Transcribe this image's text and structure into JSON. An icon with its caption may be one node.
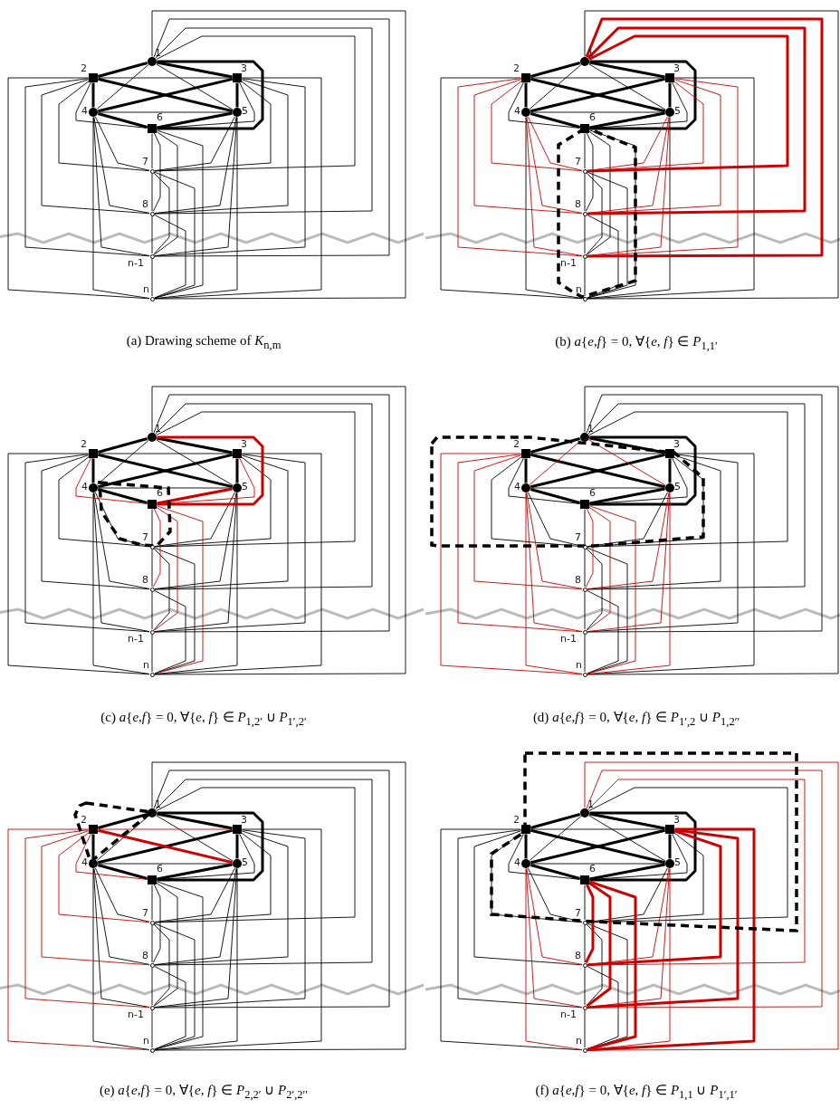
{
  "diagram": {
    "nodes": [
      {
        "text": [
          "1"
        ]
      },
      {
        "text": [
          "2"
        ]
      },
      {
        "text": [
          "3"
        ]
      },
      {
        "text": [
          "4"
        ]
      },
      {
        "text": [
          "5"
        ]
      },
      {
        "text": [
          "6"
        ]
      },
      {
        "text": [
          "7"
        ]
      },
      {
        "text": [
          "8"
        ]
      },
      {
        "text": [
          "n-1"
        ]
      },
      {
        "text": [
          "n"
        ]
      },
      {
        "text": [
          "1"
        ]
      },
      {
        "text": [
          "2"
        ]
      },
      {
        "text": [
          "3"
        ]
      },
      {
        "text": [
          "4"
        ]
      },
      {
        "text": [
          "5"
        ]
      },
      {
        "text": [
          "6"
        ]
      },
      {
        "text": [
          "7"
        ]
      },
      {
        "text": [
          "8"
        ]
      },
      {
        "text": [
          "n-1"
        ]
      },
      {
        "text": [
          "n"
        ]
      },
      {
        "text": [
          "1"
        ]
      },
      {
        "text": [
          "2"
        ]
      },
      {
        "text": [
          "3"
        ]
      },
      {
        "text": [
          "4"
        ]
      },
      {
        "text": [
          "5"
        ]
      },
      {
        "text": [
          "6"
        ]
      },
      {
        "text": [
          "7"
        ]
      },
      {
        "text": [
          "8"
        ]
      },
      {
        "text": [
          "n-1"
        ]
      },
      {
        "text": [
          "n"
        ]
      },
      {
        "text": [
          "1"
        ]
      },
      {
        "text": [
          "2"
        ]
      },
      {
        "text": [
          "3"
        ]
      },
      {
        "text": [
          "4"
        ]
      },
      {
        "text": [
          "5"
        ]
      },
      {
        "text": [
          "6"
        ]
      },
      {
        "text": [
          "7"
        ]
      },
      {
        "text": [
          "8"
        ]
      },
      {
        "text": [
          "n-1"
        ]
      },
      {
        "text": [
          "n"
        ]
      },
      {
        "text": [
          "1"
        ]
      },
      {
        "text": [
          "2"
        ]
      },
      {
        "text": [
          "3"
        ]
      },
      {
        "text": [
          "4"
        ]
      },
      {
        "text": [
          "5"
        ]
      },
      {
        "text": [
          "6"
        ]
      },
      {
        "text": [
          "7"
        ]
      },
      {
        "text": [
          "8"
        ]
      },
      {
        "text": [
          "n-1"
        ]
      },
      {
        "text": [
          "n"
        ]
      },
      {
        "text": [
          "1"
        ]
      },
      {
        "text": [
          "2"
        ]
      },
      {
        "text": [
          "3"
        ]
      },
      {
        "text": [
          "4"
        ]
      },
      {
        "text": [
          "5"
        ]
      },
      {
        "text": [
          "6"
        ]
      },
      {
        "text": [
          "7"
        ]
      },
      {
        "text": [
          "8"
        ]
      },
      {
        "text": [
          "n-1"
        ]
      },
      {
        "text": [
          "n"
        ]
      }
    ],
    "edges": [
      {
        "from": 0,
        "to": 1,
        "arrow": "none",
        "style": "thick"
      },
      {
        "from": 0,
        "to": 2,
        "arrow": "none",
        "style": "thick"
      },
      {
        "from": 0,
        "to": 3,
        "arrow": "none"
      },
      {
        "from": 0,
        "to": 4,
        "arrow": "none"
      },
      {
        "from": 0,
        "to": 5,
        "arrow": "none",
        "style": "thick"
      },
      {
        "from": 0,
        "to": 6,
        "arrow": "none"
      },
      {
        "from": 0,
        "to": 7,
        "arrow": "none"
      },
      {
        "from": 0,
        "to": 8,
        "arrow": "none"
      },
      {
        "from": 0,
        "to": 9,
        "arrow": "none"
      },
      {
        "from": 1,
        "to": 2,
        "arrow": "none"
      },
      {
        "from": 1,
        "to": 3,
        "arrow": "none",
        "style": "thick"
      },
      {
        "from": 1,
        "to": 4,
        "arrow": "none",
        "style": "thick"
      },
      {
        "from": 1,
        "to": 5,
        "arrow": "none"
      },
      {
        "from": 1,
        "to": 6,
        "arrow": "none"
      },
      {
        "from": 1,
        "to": 7,
        "arrow": "none"
      },
      {
        "from": 1,
        "to": 8,
        "arrow": "none"
      },
      {
        "from": 1,
        "to": 9,
        "arrow": "none"
      },
      {
        "from": 2,
        "to": 3,
        "arrow": "none",
        "style": "thick"
      },
      {
        "from": 2,
        "to": 4,
        "arrow": "none",
        "style": "thick"
      },
      {
        "from": 2,
        "to": 5,
        "arrow": "none"
      },
      {
        "from": 2,
        "to": 6,
        "arrow": "none"
      },
      {
        "from": 2,
        "to": 7,
        "arrow": "none"
      },
      {
        "from": 2,
        "to": 8,
        "arrow": "none"
      },
      {
        "from": 2,
        "to": 9,
        "arrow": "none"
      },
      {
        "from": 3,
        "to": 4,
        "arrow": "none"
      },
      {
        "from": 3,
        "to": 5,
        "arrow": "none",
        "style": "thick"
      },
      {
        "from": 3,
        "to": 6,
        "arrow": "none"
      },
      {
        "from": 3,
        "to": 7,
        "arrow": "none"
      },
      {
        "from": 3,
        "to": 8,
        "arrow": "none"
      },
      {
        "from": 3,
        "to": 9,
        "arrow": "none"
      },
      {
        "from": 4,
        "to": 5,
        "arrow": "none",
        "style": "thick"
      },
      {
        "from": 4,
        "to": 6,
        "arrow": "none"
      },
      {
        "from": 4,
        "to": 7,
        "arrow": "none"
      },
      {
        "from": 4,
        "to": 8,
        "arrow": "none"
      },
      {
        "from": 4,
        "to": 9,
        "arrow": "none"
      },
      {
        "from": 5,
        "to": 6,
        "arrow": "none"
      },
      {
        "from": 5,
        "to": 7,
        "arrow": "none"
      },
      {
        "from": 5,
        "to": 8,
        "arrow": "none"
      },
      {
        "from": 5,
        "to": 9,
        "arrow": "none"
      },
      {
        "from": 6,
        "to": 7,
        "arrow": "none"
      },
      {
        "from": 6,
        "to": 8,
        "arrow": "none"
      },
      {
        "from": 6,
        "to": 9,
        "arrow": "none"
      },
      {
        "from": 7,
        "to": 8,
        "arrow": "none"
      },
      {
        "from": 7,
        "to": 9,
        "arrow": "none"
      },
      {
        "from": 8,
        "to": 9,
        "arrow": "none"
      },
      {
        "from": 10,
        "to": 11,
        "arrow": "none",
        "style": "thick"
      },
      {
        "from": 10,
        "to": 12,
        "arrow": "none",
        "style": "thick"
      },
      {
        "from": 10,
        "to": 13,
        "arrow": "none"
      },
      {
        "from": 10,
        "to": 14,
        "arrow": "none"
      },
      {
        "from": 10,
        "to": 15,
        "arrow": "none",
        "style": "thick"
      },
      {
        "from": 10,
        "to": 16,
        "arrow": "none",
        "style": "thick",
        "color": "#cc0000"
      },
      {
        "from": 10,
        "to": 17,
        "arrow": "none",
        "style": "thick",
        "color": "#cc0000"
      },
      {
        "from": 10,
        "to": 18,
        "arrow": "none",
        "style": "thick",
        "color": "#cc0000"
      },
      {
        "from": 10,
        "to": 19,
        "arrow": "none"
      },
      {
        "from": 11,
        "to": 12,
        "arrow": "none"
      },
      {
        "from": 11,
        "to": 13,
        "arrow": "none",
        "style": "thick"
      },
      {
        "from": 11,
        "to": 14,
        "arrow": "none",
        "style": "thick"
      },
      {
        "from": 11,
        "to": 15,
        "arrow": "none"
      },
      {
        "from": 11,
        "to": 16,
        "arrow": "none",
        "color": "#cc0000"
      },
      {
        "from": 11,
        "to": 17,
        "arrow": "none",
        "color": "#cc0000"
      },
      {
        "from": 11,
        "to": 18,
        "arrow": "none",
        "color": "#cc0000"
      },
      {
        "from": 11,
        "to": 19,
        "arrow": "none"
      },
      {
        "from": 12,
        "to": 13,
        "arrow": "none",
        "style": "thick"
      },
      {
        "from": 12,
        "to": 14,
        "arrow": "none",
        "style": "thick"
      },
      {
        "from": 12,
        "to": 15,
        "arrow": "none"
      },
      {
        "from": 12,
        "to": 16,
        "arrow": "none",
        "color": "#cc0000"
      },
      {
        "from": 12,
        "to": 17,
        "arrow": "none",
        "color": "#cc0000"
      },
      {
        "from": 12,
        "to": 18,
        "arrow": "none",
        "color": "#cc0000"
      },
      {
        "from": 12,
        "to": 19,
        "arrow": "none"
      },
      {
        "from": 13,
        "to": 14,
        "arrow": "none"
      },
      {
        "from": 13,
        "to": 15,
        "arrow": "none",
        "style": "thick"
      },
      {
        "from": 13,
        "to": 16,
        "arrow": "none",
        "color": "#cc0000"
      },
      {
        "from": 13,
        "to": 17,
        "arrow": "none",
        "color": "#cc0000"
      },
      {
        "from": 13,
        "to": 18,
        "arrow": "none",
        "color": "#cc0000"
      },
      {
        "from": 13,
        "to": 19,
        "arrow": "none"
      },
      {
        "from": 14,
        "to": 15,
        "arrow": "none",
        "style": "thick"
      },
      {
        "from": 14,
        "to": 16,
        "arrow": "none",
        "color": "#cc0000"
      },
      {
        "from": 14,
        "to": 17,
        "arrow": "none",
        "color": "#cc0000"
      },
      {
        "from": 14,
        "to": 18,
        "arrow": "none",
        "color": "#cc0000"
      },
      {
        "from": 14,
        "to": 19,
        "arrow": "none"
      },
      {
        "from": 15,
        "to": 16,
        "arrow": "none"
      },
      {
        "from": 15,
        "to": 17,
        "arrow": "none"
      },
      {
        "from": 15,
        "to": 18,
        "arrow": "none"
      },
      {
        "from": 15,
        "to": 19,
        "arrow": "none"
      },
      {
        "from": 16,
        "to": 17,
        "arrow": "none"
      },
      {
        "from": 16,
        "to": 18,
        "arrow": "none"
      },
      {
        "from": 16,
        "to": 19,
        "arrow": "none"
      },
      {
        "from": 17,
        "to": 18,
        "arrow": "none"
      },
      {
        "from": 17,
        "to": 19,
        "arrow": "none"
      },
      {
        "from": 18,
        "to": 19,
        "arrow": "none"
      },
      {
        "from": 20,
        "to": 21,
        "arrow": "none",
        "style": "thick"
      },
      {
        "from": 20,
        "to": 22,
        "arrow": "none",
        "style": "thick"
      },
      {
        "from": 20,
        "to": 23,
        "arrow": "none"
      },
      {
        "from": 20,
        "to": 24,
        "arrow": "none"
      },
      {
        "from": 20,
        "to": 25,
        "arrow": "none",
        "style": "thick",
        "color": "#cc0000"
      },
      {
        "from": 20,
        "to": 26,
        "arrow": "none"
      },
      {
        "from": 20,
        "to": 27,
        "arrow": "none"
      },
      {
        "from": 20,
        "to": 28,
        "arrow": "none"
      },
      {
        "from": 20,
        "to": 29,
        "arrow": "none"
      },
      {
        "from": 21,
        "to": 22,
        "arrow": "none"
      },
      {
        "from": 21,
        "to": 23,
        "arrow": "none",
        "style": "thick"
      },
      {
        "from": 21,
        "to": 24,
        "arrow": "none",
        "style": "thick"
      },
      {
        "from": 21,
        "to": 25,
        "arrow": "none",
        "color": "#cc0000"
      },
      {
        "from": 21,
        "to": 26,
        "arrow": "none"
      },
      {
        "from": 21,
        "to": 27,
        "arrow": "none"
      },
      {
        "from": 21,
        "to": 28,
        "arrow": "none"
      },
      {
        "from": 21,
        "to": 29,
        "arrow": "none"
      },
      {
        "from": 22,
        "to": 23,
        "arrow": "none",
        "style": "thick"
      },
      {
        "from": 22,
        "to": 24,
        "arrow": "none",
        "style": "thick"
      },
      {
        "from": 22,
        "to": 25,
        "arrow": "none",
        "color": "#cc0000"
      },
      {
        "from": 22,
        "to": 26,
        "arrow": "none"
      },
      {
        "from": 22,
        "to": 27,
        "arrow": "none"
      },
      {
        "from": 22,
        "to": 28,
        "arrow": "none"
      },
      {
        "from": 22,
        "to": 29,
        "arrow": "none"
      },
      {
        "from": 23,
        "to": 24,
        "arrow": "none"
      },
      {
        "from": 23,
        "to": 25,
        "arrow": "none",
        "style": "thick"
      },
      {
        "from": 23,
        "to": 26,
        "arrow": "none"
      },
      {
        "from": 23,
        "to": 27,
        "arrow": "none"
      },
      {
        "from": 23,
        "to": 28,
        "arrow": "none"
      },
      {
        "from": 23,
        "to": 29,
        "arrow": "none"
      },
      {
        "from": 24,
        "to": 25,
        "arrow": "none",
        "style": "thick",
        "color": "#cc0000"
      },
      {
        "from": 24,
        "to": 26,
        "arrow": "none"
      },
      {
        "from": 24,
        "to": 27,
        "arrow": "none"
      },
      {
        "from": 24,
        "to": 28,
        "arrow": "none"
      },
      {
        "from": 24,
        "to": 29,
        "arrow": "none"
      },
      {
        "from": 25,
        "to": 26,
        "arrow": "none"
      },
      {
        "from": 25,
        "to": 27,
        "arrow": "none",
        "color": "#cc0000"
      },
      {
        "from": 25,
        "to": 28,
        "arrow": "none",
        "color": "#cc0000"
      },
      {
        "from": 25,
        "to": 29,
        "arrow": "none",
        "color": "#cc0000"
      },
      {
        "from": 26,
        "to": 27,
        "arrow": "none"
      },
      {
        "from": 26,
        "to": 28,
        "arrow": "none"
      },
      {
        "from": 26,
        "to": 29,
        "arrow": "none"
      },
      {
        "from": 27,
        "to": 28,
        "arrow": "none"
      },
      {
        "from": 27,
        "to": 29,
        "arrow": "none"
      },
      {
        "from": 28,
        "to": 29,
        "arrow": "none"
      },
      {
        "from": 30,
        "to": 31,
        "arrow": "none",
        "style": "thick"
      },
      {
        "from": 30,
        "to": 32,
        "arrow": "none",
        "style": "thick"
      },
      {
        "from": 30,
        "to": 33,
        "arrow": "none",
        "color": "#cc0000"
      },
      {
        "from": 30,
        "to": 34,
        "arrow": "none",
        "color": "#cc0000"
      },
      {
        "from": 30,
        "to": 35,
        "arrow": "none",
        "style": "thick"
      },
      {
        "from": 30,
        "to": 36,
        "arrow": "none"
      },
      {
        "from": 30,
        "to": 37,
        "arrow": "none"
      },
      {
        "from": 30,
        "to": 38,
        "arrow": "none"
      },
      {
        "from": 30,
        "to": 39,
        "arrow": "none"
      },
      {
        "from": 31,
        "to": 32,
        "arrow": "none"
      },
      {
        "from": 31,
        "to": 33,
        "arrow": "none",
        "style": "thick"
      },
      {
        "from": 31,
        "to": 34,
        "arrow": "none",
        "style": "thick"
      },
      {
        "from": 31,
        "to": 35,
        "arrow": "none"
      },
      {
        "from": 31,
        "to": 36,
        "arrow": "none"
      },
      {
        "from": 31,
        "to": 37,
        "arrow": "none",
        "color": "#cc0000"
      },
      {
        "from": 31,
        "to": 38,
        "arrow": "none",
        "color": "#cc0000"
      },
      {
        "from": 31,
        "to": 39,
        "arrow": "none",
        "color": "#cc0000"
      },
      {
        "from": 32,
        "to": 33,
        "arrow": "none",
        "style": "thick"
      },
      {
        "from": 32,
        "to": 34,
        "arrow": "none",
        "style": "thick"
      },
      {
        "from": 32,
        "to": 35,
        "arrow": "none"
      },
      {
        "from": 32,
        "to": 36,
        "arrow": "none"
      },
      {
        "from": 32,
        "to": 37,
        "arrow": "none"
      },
      {
        "from": 32,
        "to": 38,
        "arrow": "none"
      },
      {
        "from": 32,
        "to": 39,
        "arrow": "none"
      },
      {
        "from": 33,
        "to": 34,
        "arrow": "none"
      },
      {
        "from": 33,
        "to": 35,
        "arrow": "none",
        "style": "thick"
      },
      {
        "from": 33,
        "to": 36,
        "arrow": "none"
      },
      {
        "from": 33,
        "to": 37,
        "arrow": "none",
        "color": "#cc0000"
      },
      {
        "from": 33,
        "to": 38,
        "arrow": "none",
        "color": "#cc0000"
      },
      {
        "from": 33,
        "to": 39,
        "arrow": "none",
        "color": "#cc0000"
      },
      {
        "from": 34,
        "to": 35,
        "arrow": "none",
        "style": "thick"
      },
      {
        "from": 34,
        "to": 36,
        "arrow": "none"
      },
      {
        "from": 34,
        "to": 37,
        "arrow": "none",
        "color": "#cc0000"
      },
      {
        "from": 34,
        "to": 38,
        "arrow": "none",
        "color": "#cc0000"
      },
      {
        "from": 34,
        "to": 39,
        "arrow": "none",
        "color": "#cc0000"
      },
      {
        "from": 35,
        "to": 36,
        "arrow": "none"
      },
      {
        "from": 35,
        "to": 37,
        "arrow": "none",
        "color": "#cc0000"
      },
      {
        "from": 35,
        "to": 38,
        "arrow": "none",
        "color": "#cc0000"
      },
      {
        "from": 35,
        "to": 39,
        "arrow": "none",
        "color": "#cc0000"
      },
      {
        "from": 36,
        "to": 37,
        "arrow": "none"
      },
      {
        "from": 36,
        "to": 38,
        "arrow": "none"
      },
      {
        "from": 36,
        "to": 39,
        "arrow": "none"
      },
      {
        "from": 37,
        "to": 38,
        "arrow": "none"
      },
      {
        "from": 37,
        "to": 39,
        "arrow": "none"
      },
      {
        "from": 38,
        "to": 39,
        "arrow": "none"
      },
      {
        "from": 40,
        "to": 41,
        "arrow": "none",
        "style": "thick"
      },
      {
        "from": 40,
        "to": 42,
        "arrow": "none",
        "style": "thick"
      },
      {
        "from": 40,
        "to": 43,
        "arrow": "none"
      },
      {
        "from": 40,
        "to": 44,
        "arrow": "none"
      },
      {
        "from": 40,
        "to": 45,
        "arrow": "none",
        "style": "thick"
      },
      {
        "from": 40,
        "to": 46,
        "arrow": "none"
      },
      {
        "from": 40,
        "to": 47,
        "arrow": "none"
      },
      {
        "from": 40,
        "to": 48,
        "arrow": "none"
      },
      {
        "from": 40,
        "to": 49,
        "arrow": "none"
      },
      {
        "from": 41,
        "to": 42,
        "arrow": "none",
        "color": "#cc0000"
      },
      {
        "from": 41,
        "to": 43,
        "arrow": "none",
        "style": "thick"
      },
      {
        "from": 41,
        "to": 44,
        "arrow": "none",
        "style": "thick",
        "color": "#cc0000"
      },
      {
        "from": 41,
        "to": 45,
        "arrow": "none",
        "color": "#cc0000"
      },
      {
        "from": 41,
        "to": 46,
        "arrow": "none",
        "color": "#cc0000"
      },
      {
        "from": 41,
        "to": 47,
        "arrow": "none",
        "color": "#cc0000"
      },
      {
        "from": 41,
        "to": 48,
        "arrow": "none",
        "color": "#cc0000"
      },
      {
        "from": 41,
        "to": 49,
        "arrow": "none",
        "color": "#cc0000"
      },
      {
        "from": 42,
        "to": 43,
        "arrow": "none",
        "style": "thick"
      },
      {
        "from": 42,
        "to": 44,
        "arrow": "none",
        "style": "thick"
      },
      {
        "from": 42,
        "to": 45,
        "arrow": "none"
      },
      {
        "from": 42,
        "to": 46,
        "arrow": "none"
      },
      {
        "from": 42,
        "to": 47,
        "arrow": "none"
      },
      {
        "from": 42,
        "to": 48,
        "arrow": "none"
      },
      {
        "from": 42,
        "to": 49,
        "arrow": "none"
      },
      {
        "from": 43,
        "to": 44,
        "arrow": "none"
      },
      {
        "from": 43,
        "to": 45,
        "arrow": "none",
        "style": "thick"
      },
      {
        "from": 43,
        "to": 46,
        "arrow": "none"
      },
      {
        "from": 43,
        "to": 47,
        "arrow": "none"
      },
      {
        "from": 43,
        "to": 48,
        "arrow": "none"
      },
      {
        "from": 43,
        "to": 49,
        "arrow": "none"
      },
      {
        "from": 44,
        "to": 45,
        "arrow": "none",
        "style": "thick"
      },
      {
        "from": 44,
        "to": 46,
        "arrow": "none"
      },
      {
        "from": 44,
        "to": 47,
        "arrow": "none"
      },
      {
        "from": 44,
        "to": 48,
        "arrow": "none"
      },
      {
        "from": 44,
        "to": 49,
        "arrow": "none"
      },
      {
        "from": 45,
        "to": 46,
        "arrow": "none"
      },
      {
        "from": 45,
        "to": 47,
        "arrow": "none"
      },
      {
        "from": 45,
        "to": 48,
        "arrow": "none"
      },
      {
        "from": 45,
        "to": 49,
        "arrow": "none"
      },
      {
        "from": 46,
        "to": 47,
        "arrow": "none"
      },
      {
        "from": 46,
        "to": 48,
        "arrow": "none"
      },
      {
        "from": 46,
        "to": 49,
        "arrow": "none"
      },
      {
        "from": 47,
        "to": 48,
        "arrow": "none"
      },
      {
        "from": 47,
        "to": 49,
        "arrow": "none"
      },
      {
        "from": 48,
        "to": 49,
        "arrow": "none"
      },
      {
        "from": 50,
        "to": 51,
        "arrow": "none",
        "style": "thick"
      },
      {
        "from": 50,
        "to": 52,
        "arrow": "none",
        "style": "thick"
      },
      {
        "from": 50,
        "to": 53,
        "arrow": "none"
      },
      {
        "from": 50,
        "to": 54,
        "arrow": "none"
      },
      {
        "from": 50,
        "to": 55,
        "arrow": "none",
        "style": "thick"
      },
      {
        "from": 50,
        "to": 56,
        "arrow": "none"
      },
      {
        "from": 50,
        "to": 57,
        "arrow": "none",
        "color": "#cc0000"
      },
      {
        "from": 50,
        "to": 58,
        "arrow": "none",
        "color": "#cc0000"
      },
      {
        "from": 50,
        "to": 59,
        "arrow": "none",
        "color": "#cc0000"
      },
      {
        "from": 51,
        "to": 52,
        "arrow": "none"
      },
      {
        "from": 51,
        "to": 53,
        "arrow": "none",
        "style": "thick"
      },
      {
        "from": 51,
        "to": 54,
        "arrow": "none",
        "style": "thick"
      },
      {
        "from": 51,
        "to": 55,
        "arrow": "none"
      },
      {
        "from": 51,
        "to": 56,
        "arrow": "none"
      },
      {
        "from": 51,
        "to": 57,
        "arrow": "none"
      },
      {
        "from": 51,
        "to": 58,
        "arrow": "none"
      },
      {
        "from": 51,
        "to": 59,
        "arrow": "none"
      },
      {
        "from": 52,
        "to": 53,
        "arrow": "none",
        "style": "thick"
      },
      {
        "from": 52,
        "to": 54,
        "arrow": "none",
        "style": "thick"
      },
      {
        "from": 52,
        "to": 55,
        "arrow": "none"
      },
      {
        "from": 52,
        "to": 56,
        "arrow": "none"
      },
      {
        "from": 52,
        "to": 57,
        "arrow": "none",
        "style": "thick",
        "color": "#cc0000"
      },
      {
        "from": 52,
        "to": 58,
        "arrow": "none",
        "style": "thick",
        "color": "#cc0000"
      },
      {
        "from": 52,
        "to": 59,
        "arrow": "none",
        "style": "thick",
        "color": "#cc0000"
      },
      {
        "from": 53,
        "to": 54,
        "arrow": "none"
      },
      {
        "from": 53,
        "to": 55,
        "arrow": "none",
        "style": "thick"
      },
      {
        "from": 53,
        "to": 56,
        "arrow": "none"
      },
      {
        "from": 53,
        "to": 57,
        "arrow": "none",
        "color": "#cc0000"
      },
      {
        "from": 53,
        "to": 58,
        "arrow": "none",
        "color": "#cc0000"
      },
      {
        "from": 53,
        "to": 59,
        "arrow": "none",
        "color": "#cc0000"
      },
      {
        "from": 54,
        "to": 55,
        "arrow": "none",
        "style": "thick"
      },
      {
        "from": 54,
        "to": 56,
        "arrow": "none"
      },
      {
        "from": 54,
        "to": 57,
        "arrow": "none",
        "color": "#cc0000"
      },
      {
        "from": 54,
        "to": 58,
        "arrow": "none",
        "color": "#cc0000"
      },
      {
        "from": 54,
        "to": 59,
        "arrow": "none",
        "color": "#cc0000"
      },
      {
        "from": 55,
        "to": 56,
        "arrow": "none"
      },
      {
        "from": 55,
        "to": 57,
        "arrow": "none",
        "style": "thick",
        "color": "#cc0000"
      },
      {
        "from": 55,
        "to": 58,
        "arrow": "none",
        "style": "thick",
        "color": "#cc0000"
      },
      {
        "from": 55,
        "to": 59,
        "arrow": "none",
        "style": "thick",
        "color": "#cc0000"
      },
      {
        "from": 56,
        "to": 57,
        "arrow": "none"
      },
      {
        "from": 56,
        "to": 58,
        "arrow": "none"
      },
      {
        "from": 56,
        "to": 59,
        "arrow": "none"
      },
      {
        "from": 57,
        "to": 58,
        "arrow": "none"
      },
      {
        "from": 57,
        "to": 59,
        "arrow": "none"
      },
      {
        "from": 58,
        "to": 59,
        "arrow": "none"
      }
    ],
    "labels": [
      "(a) Drawing scheme of *K*$_{n,m}$",
      "(b) *a*{*e*,*f*} = 0,  ∀{*e*, *f*} ∈ *P*$_{1,1′}$",
      "(c) *a*{*e*,*f*} = 0,  ∀{*e*, *f*} ∈ *P*$_{1,2′}$ ∪ *P*$_{1′,2′}$",
      "(d) *a*{*e*,*f*} = 0,  ∀{*e*, *f*} ∈ *P*$_{1′,2}$ ∪ *P*$_{1,2′′}$",
      "(e) *a*{*e*,*f*} = 0,  ∀{*e*, *f*} ∈ *P*$_{2,2′}$ ∪ *P*$_{2′,2′′}$",
      "(f) *a*{*e*,*f*} = 0,  ∀{*e*, *f*} ∈ *P*$_{1,1}$ ∪ *P*$_{1′,1′}$"
    ]
  }
}
